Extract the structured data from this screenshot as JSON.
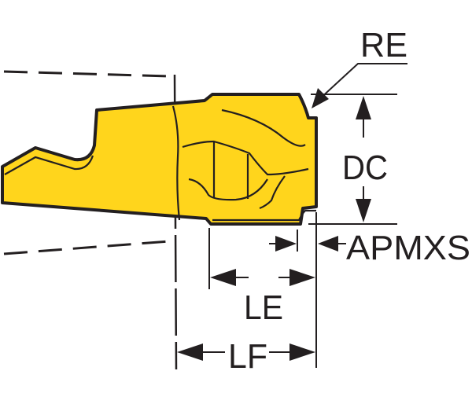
{
  "diagram": {
    "type": "cutting-insert-dimension-drawing",
    "colors": {
      "insert_fill": "#FFD51C",
      "outline": "#231F20",
      "background": "#FFFFFF"
    },
    "labels": {
      "re": "RE",
      "dc": "DC",
      "apmxs": "APMXS",
      "le": "LE",
      "lf": "LF"
    }
  }
}
